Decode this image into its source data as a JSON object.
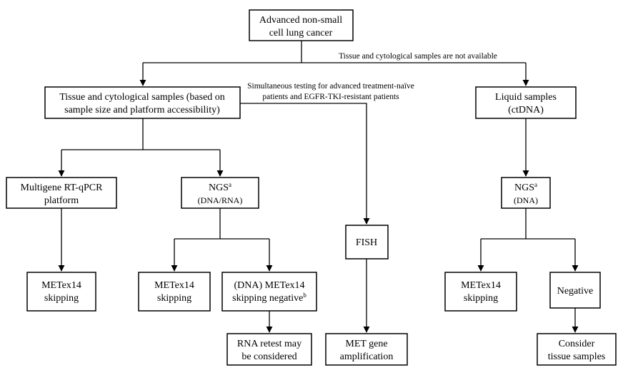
{
  "nodes": {
    "root": {
      "line1": "Advanced non-small",
      "line2": "cell lung cancer"
    },
    "tissue": {
      "line1": "Tissue and cytological samples (based on",
      "line2": "sample size and platform accessibility)"
    },
    "liquid": {
      "line1": "Liquid samples",
      "line2": "(ctDNA)"
    },
    "rtqpcr": {
      "line1": "Multigene RT-qPCR",
      "line2": "platform"
    },
    "ngs_tissue": {
      "line1": "NGS",
      "sup": "a",
      "line2": "(DNA/RNA)"
    },
    "fish": {
      "line1": "FISH"
    },
    "ngs_liquid": {
      "line1": "NGS",
      "sup": "a",
      "line2": "(DNA)"
    },
    "metex_rtqpcr": {
      "line1": "METex14",
      "line2": "skipping"
    },
    "metex_ngs": {
      "line1": "METex14",
      "line2": "skipping"
    },
    "dna_negative": {
      "line1": "(DNA) METex14",
      "line2": "skipping negative",
      "sup": "b"
    },
    "metex_liquid": {
      "line1": "METex14",
      "line2": "skipping"
    },
    "negative": {
      "line1": "Negative"
    },
    "rna_retest": {
      "line1": "RNA retest may",
      "line2": "be considered"
    },
    "met_amp": {
      "line1": "MET gene",
      "line2": "amplification"
    },
    "consider_tissue": {
      "line1": "Consider",
      "line2": "tissue samples"
    }
  },
  "edge_labels": {
    "not_available": "Tissue and cytological samples are not available",
    "simultaneous_line1": "Simultaneous testing for advanced treatment-naïve",
    "simultaneous_line2": "patients and EGFR-TKI-resistant patients"
  }
}
